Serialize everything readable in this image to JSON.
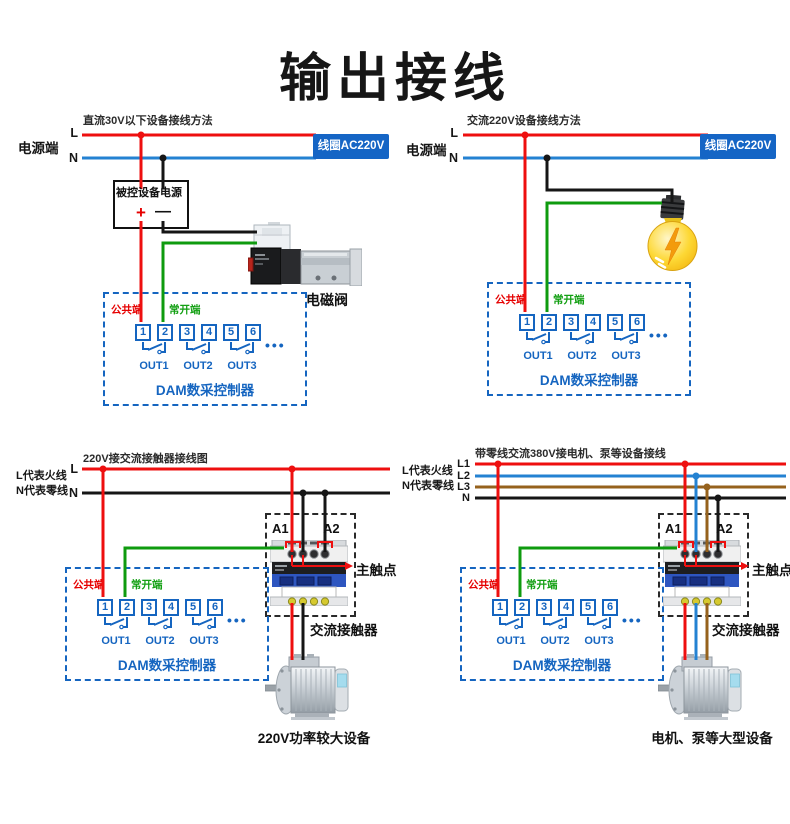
{
  "title": "输出接线",
  "colors": {
    "accent_blue": "#1565c0",
    "badge_bg": "#1565c5",
    "wire_red": "#ee0f0f",
    "wire_green": "#0f9b0f",
    "wire_blue": "#2482d2",
    "wire_brown": "#96621d",
    "wire_black": "#161616"
  },
  "controller": {
    "common": "公共端",
    "normally_open": "常开端",
    "terminals": [
      "1",
      "2",
      "3",
      "4",
      "5",
      "6"
    ],
    "outputs": [
      "OUT1",
      "OUT2",
      "OUT3"
    ],
    "dots": "•••",
    "name": "DAM数采控制器"
  },
  "top_left": {
    "caption": "直流30V以下设备接线方法",
    "power_terminal": "电源端",
    "line_l": "L",
    "line_n": "N",
    "coil_badge": "线圈AC220V",
    "device_power_label": "被控设备电源",
    "plus": "+",
    "minus": "—",
    "device_label": "电磁阀"
  },
  "top_right": {
    "caption": "交流220V设备接线方法",
    "power_terminal": "电源端",
    "line_l": "L",
    "line_n": "N",
    "coil_badge": "线圈AC220V"
  },
  "bottom_left": {
    "caption": "220V接交流接触器接线图",
    "legend_live": "L代表火线",
    "legend_neutral": "N代表零线",
    "line_l": "L",
    "line_n": "N",
    "a1": "A1",
    "a2": "A2",
    "main_contact": "主触点",
    "contactor_label": "交流接触器",
    "device_label": "220V功率较大设备"
  },
  "bottom_right": {
    "caption": "带零线交流380V接电机、泵等设备接线",
    "legend_live": "L代表火线",
    "legend_neutral": "N代表零线",
    "line_l1": "L1",
    "line_l2": "L2",
    "line_l3": "L3",
    "line_n": "N",
    "a1": "A1",
    "a2": "A2",
    "main_contact": "主触点",
    "contactor_label": "交流接触器",
    "device_label": "电机、泵等大型设备"
  }
}
